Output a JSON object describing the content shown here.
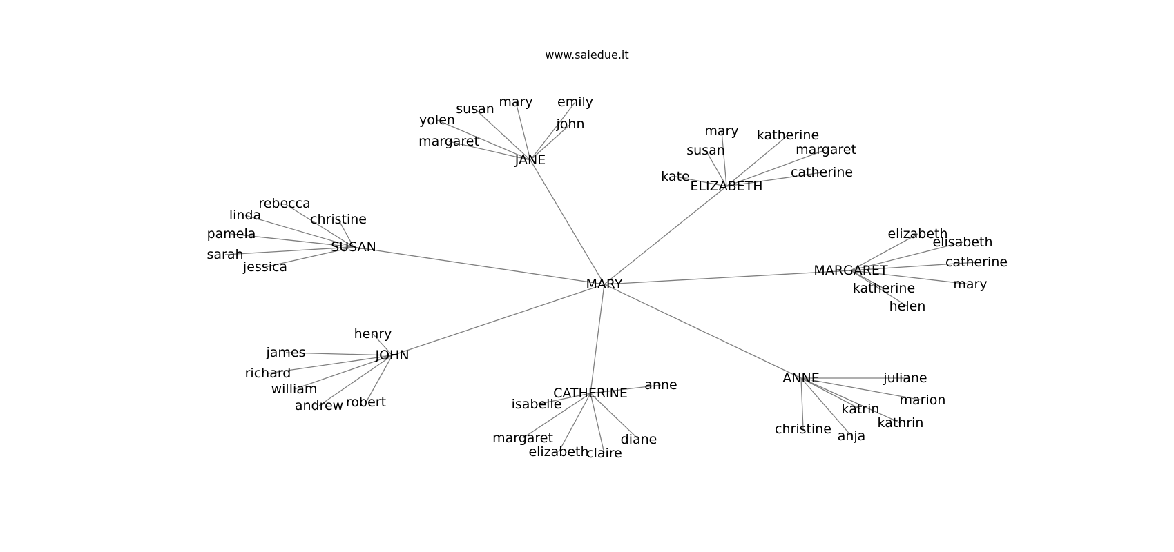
{
  "header": {
    "site": "www.saiedue.it"
  },
  "graph": {
    "root": "MARY",
    "hubs": [
      {
        "name": "JANE",
        "children": [
          "susan",
          "mary",
          "emily",
          "yolen",
          "john",
          "margaret"
        ]
      },
      {
        "name": "ELIZABETH",
        "children": [
          "mary",
          "katherine",
          "susan",
          "margaret",
          "kate",
          "catherine"
        ]
      },
      {
        "name": "SUSAN",
        "children": [
          "rebecca",
          "linda",
          "christine",
          "pamela",
          "sarah",
          "jessica"
        ]
      },
      {
        "name": "MARGARET",
        "children": [
          "elizabeth",
          "elisabeth",
          "catherine",
          "katherine",
          "mary",
          "helen"
        ]
      },
      {
        "name": "JOHN",
        "children": [
          "henry",
          "james",
          "richard",
          "william",
          "andrew",
          "robert"
        ]
      },
      {
        "name": "CATHERINE",
        "children": [
          "anne",
          "isabelle",
          "margaret",
          "diane",
          "elizabeth",
          "claire"
        ]
      },
      {
        "name": "ANNE",
        "children": [
          "juliane",
          "marion",
          "katrin",
          "kathrin",
          "christine",
          "anja"
        ]
      }
    ]
  }
}
